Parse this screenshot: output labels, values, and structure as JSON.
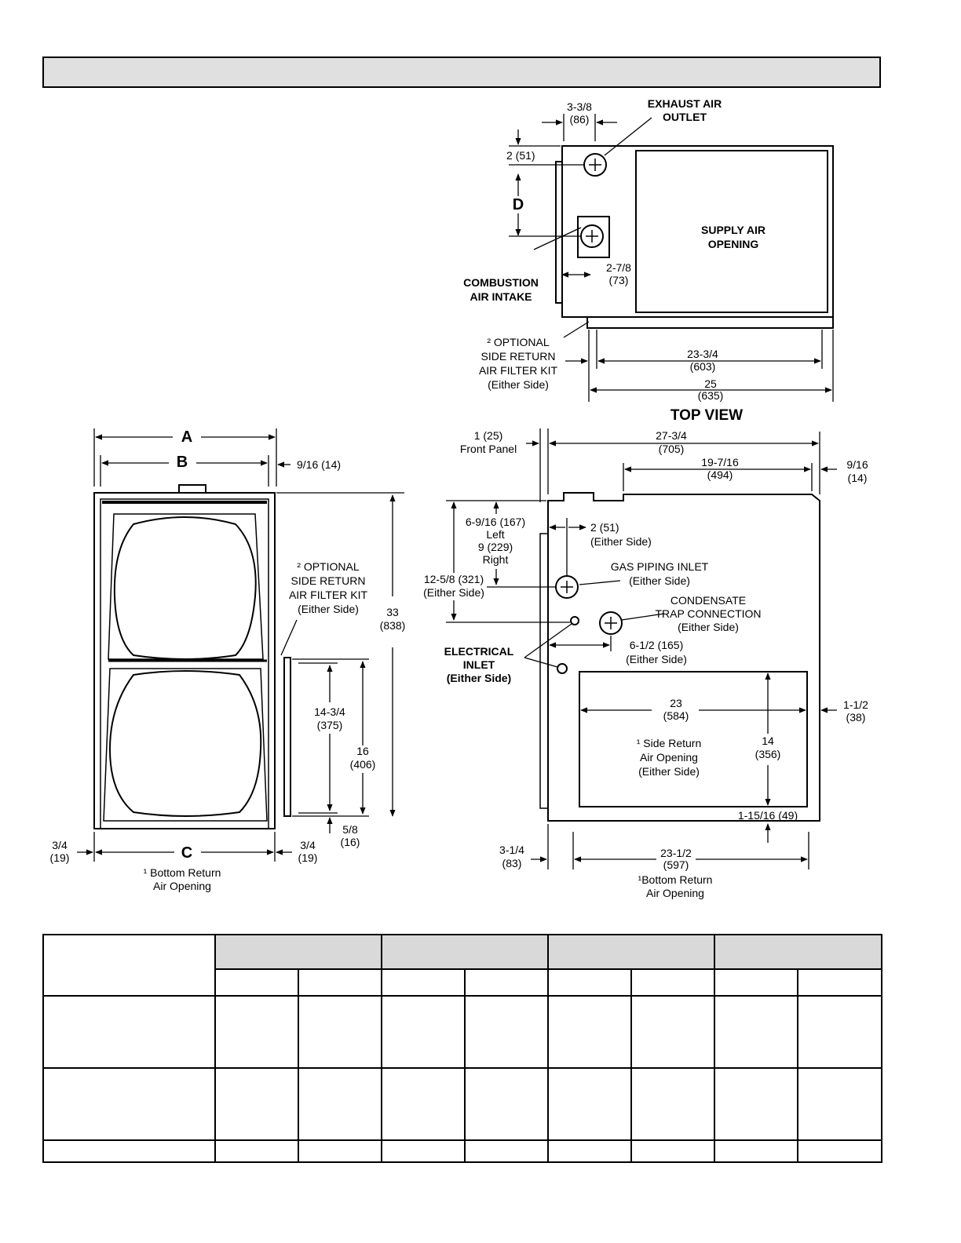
{
  "top_view": {
    "title": "TOP VIEW",
    "exhaust_outlet": "EXHAUST AIR\nOUTLET",
    "exhaust_offset": "3-3/8\n(86)",
    "top_offset": "2 (51)",
    "dim_d": "D",
    "supply_opening": "SUPPLY AIR\nOPENING",
    "combustion_intake": "COMBUSTION\nAIR INTAKE",
    "intake_offset": "2-7/8\n(73)",
    "side_filter_kit": "² OPTIONAL\nSIDE RETURN\nAIR FILTER KIT\n(Either Side)",
    "inner_width": "23-3/4\n(603)",
    "outer_width": "25\n(635)"
  },
  "front_view": {
    "dim_a": "A",
    "dim_b": "B",
    "dim_c": "C",
    "right_offset": "9/16 (14)",
    "side_filter_kit": "² OPTIONAL\nSIDE RETURN\nAIR FILTER KIT\n(Either Side)",
    "height": "33\n(838)",
    "filter_height": "14-3/4\n(375)",
    "kit_height": "16\n(406)",
    "bottom_offset": "5/8\n(16)",
    "left_margin": "3/4\n(19)",
    "right_margin": "3/4\n(19)",
    "bottom_return": "¹ Bottom Return\nAir Opening"
  },
  "side_view": {
    "front_panel": "1 (25)\nFront Panel",
    "depth": "27-3/4\n(705)",
    "top_width": "19-7/16\n(494)",
    "right_offset": "9/16\n(14)",
    "gas_offset": "6-9/16 (167)\nLeft\n9 (229)\nRight",
    "gas_side_offset": "2 (51)\n(Either Side)",
    "gas_inlet": "GAS PIPING INLET\n(Either Side)",
    "condensate_height": "12-5/8 (321)\n(Either Side)",
    "condensate": "CONDENSATE\nTRAP CONNECTION\n(Either Side)",
    "condensate_offset": "6-1/2 (165)\n(Either Side)",
    "electrical_inlet": "ELECTRICAL\nINLET\n(Either Side)",
    "return_width": "23\n(584)",
    "return_label": "¹ Side Return\nAir Opening\n(Either Side)",
    "return_height": "14\n(356)",
    "return_right": "1-1/2\n(38)",
    "return_bottom": "1-15/16 (49)",
    "bottom_left": "3-1/4\n(83)",
    "bottom_width": "23-1/2\n(597)",
    "bottom_return": "¹Bottom Return\nAir Opening"
  },
  "colors": {
    "header_fill": "#e0e0e0",
    "table_header_fill": "#d9d9d9",
    "line": "#000000"
  }
}
